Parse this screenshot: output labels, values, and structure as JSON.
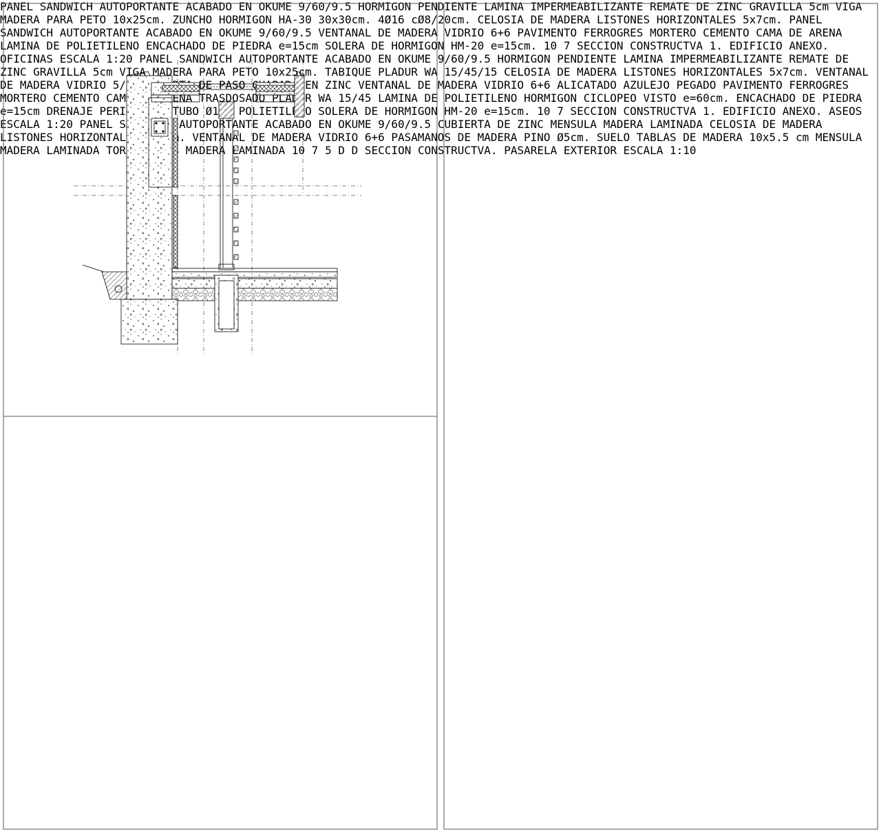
{
  "colors": {
    "ink": "#000000",
    "paper": "#ffffff",
    "frame": "#555555",
    "wall_hatch": "#444444"
  },
  "panel_oficinas": {
    "title": "SECCION CONSTRUCTVA 1. EDIFICIO ANEXO. OFICINAS",
    "scale": "ESCALA 1:20",
    "labels": {
      "panel_sandwich": [
        "PANEL SANDWICH AUTOPORTANTE",
        "ACABADO EN OKUME 9/60/9.5"
      ],
      "hormigon_pendiente": "HORMIGON PENDIENTE",
      "lamina_imper": "LAMINA IMPERMEABILIZANTE",
      "remate_zinc": "REMATE DE ZINC",
      "gravilla": "GRAVILLA 5cm",
      "viga_madera": [
        "VIGA MADERA PARA PETO",
        "10x25cm."
      ],
      "zuncho": [
        "ZUNCHO HORMIGON",
        "HA-30",
        "30x30cm.",
        "4Ø16 cØ8/20cm."
      ],
      "celosia": [
        "CELOSIA DE MADERA",
        "LISTONES HORIZONTALES",
        "5x7cm."
      ],
      "panel_sandwich_2": [
        "PANEL SANDWICH AUTOPORTANTE",
        "ACABADO EN OKUME 9/60/9.5"
      ],
      "ventanal": [
        "VENTANAL DE MADERA",
        "VIDRIO 6+6"
      ],
      "pavimento": "PAVIMENTO FERROGRES",
      "mortero": "MORTERO CEMENTO",
      "cama_arena": "CAMA DE ARENA",
      "polietileno": "LAMINA DE POLIETILENO",
      "encachado": "ENCACHADO DE PIEDRA e=15cm",
      "solera": "SOLERA DE HORMIGON HM-20 e=15cm."
    },
    "dims": [
      "10",
      "7"
    ]
  },
  "panel_aseos": {
    "title": "SECCION CONSTRUCTVA 1. EDIFICIO ANEXO. ASEOS",
    "scale": "ESCALA 1:20",
    "labels": {
      "panel_sandwich": [
        "PANEL SANDWICH AUTOPORTANTE",
        "ACABADO EN OKUME 9/60/9.5"
      ],
      "hormigon_pendiente": "HORMIGON PENDIENTE",
      "lamina_imper": "LAMINA IMPERMEABILIZANTE",
      "remate_zinc": "REMATE DE ZINC",
      "gravilla": "GRAVILLA 5cm",
      "viga_madera": [
        "VIGA MADERA PARA PETO",
        "10x25cm."
      ],
      "tabique": [
        "TABIQUE PLADUR WA",
        "15/45/15"
      ],
      "celosia": [
        "CELOSIA DE MADERA",
        "LISTONES HORIZONTALES",
        "5x7cm."
      ],
      "ventanal_1": [
        "VENTANAL DE MADERA",
        "VIDRIO 5/6/6"
      ],
      "puerta": [
        "PUERTA DE PASO",
        "CHAPADA EN ZINC"
      ],
      "ventanal_2": [
        "VENTANAL DE MADERA",
        "VIDRIO 6+6"
      ],
      "alicatado": [
        "ALICATADO AZULEJO",
        "PEGADO"
      ],
      "pavimento": "PAVIMENTO FERROGRES",
      "mortero": "MORTERO CEMENTO",
      "cama_arena": "CAMA DE ARENA",
      "trasdosado": [
        "TRASDOSADO PLADUR WA",
        "15/45"
      ],
      "polietileno": "LAMINA DE POLIETILENO",
      "ciclopeo": [
        "HORMIGON CICLOPEO",
        "VISTO e=60cm."
      ],
      "encachado": "ENCACHADO DE PIEDRA e=15cm",
      "drenaje": [
        "DRENAJE PERIMETRAL",
        "TUBO Ø110 POLIETILENO"
      ],
      "solera": "SOLERA DE HORMIGON HM-20 e=15cm."
    },
    "dims": [
      "10",
      "7"
    ]
  },
  "panel_pasarela": {
    "title": "SECCION CONSTRUCTVA. PASARELA EXTERIOR",
    "scale": "ESCALA 1:10",
    "labels": {
      "panel_sandwich": [
        "PANEL SANDWICH AUTOPORTANTE",
        "ACABADO EN OKUME 9/60/9.5"
      ],
      "cubierta": "CUBIERTA DE ZINC",
      "mensula_top": "MENSULA MADERA LAMINADA",
      "celosia": [
        "CELOSIA DE MADERA",
        "LISTONES HORIZONTALES",
        "5x7cm."
      ],
      "ventanal": [
        "VENTANAL DE MADERA",
        "VIDRIO 6+6"
      ],
      "pasamanos": "PASAMANOS DE MADERA PINO Ø5cm.",
      "suelo": "SUELO TABLAS DE MADERA 10x5.5 cm",
      "mensula_bottom": "MENSULA MADERA LAMINADA",
      "tornapuntas": "TORNAPUNTAS MADERA LAMINADA"
    },
    "dims": [
      "10",
      "7",
      "5"
    ],
    "bolt_mark": "D"
  }
}
